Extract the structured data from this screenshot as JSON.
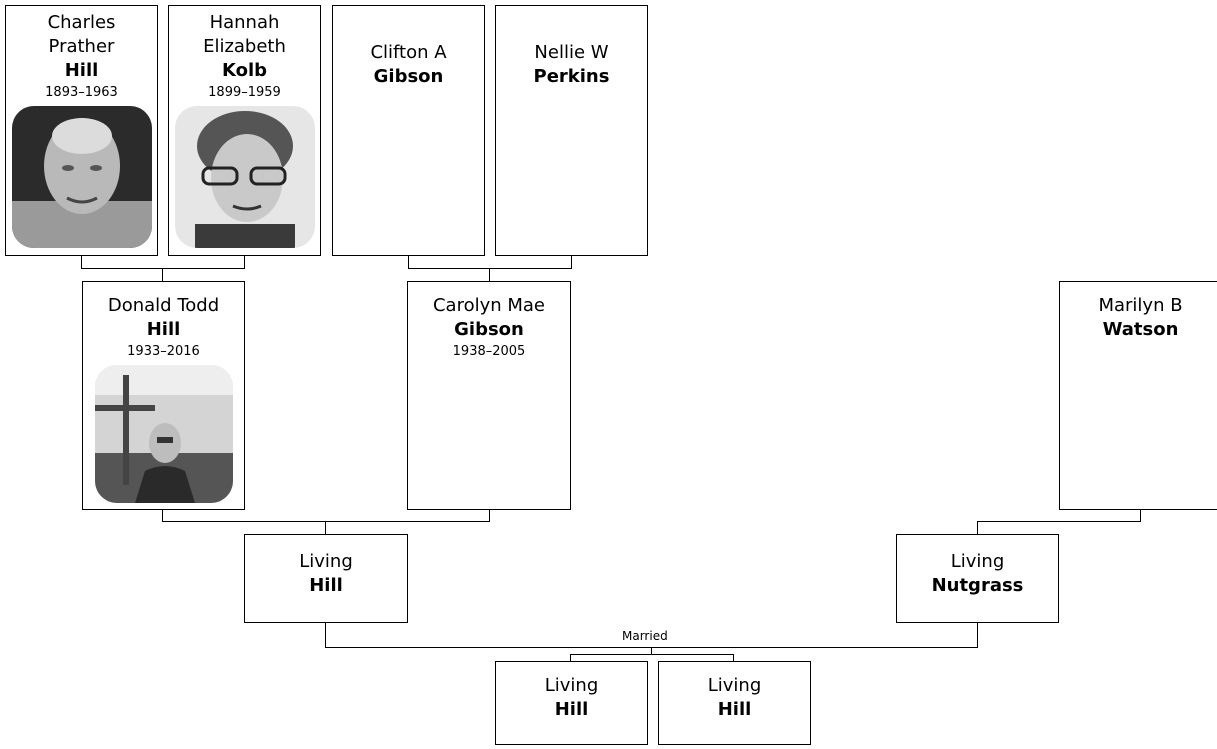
{
  "people": {
    "charles": {
      "given": "Charles Prather",
      "surname": "Hill",
      "years": "1893–1963",
      "photo_icon": "portrait-photo-man"
    },
    "hannah": {
      "given": "Hannah Elizabeth",
      "surname": "Kolb",
      "years": "1899–1959",
      "photo_icon": "portrait-photo-woman"
    },
    "clifton": {
      "given": "Clifton A",
      "surname": "Gibson"
    },
    "nellie": {
      "given": "Nellie W",
      "surname": "Perkins"
    },
    "donald": {
      "given": "Donald Todd",
      "surname": "Hill",
      "years": "1933–2016",
      "photo_icon": "portrait-photo-man"
    },
    "carolyn": {
      "given": "Carolyn Mae",
      "surname": "Gibson",
      "years": "1938–2005"
    },
    "marilyn": {
      "given": "Marilyn B",
      "surname": "Watson"
    },
    "living_hill_parent": {
      "given": "Living",
      "surname": "Hill"
    },
    "living_nutgrass": {
      "given": "Living",
      "surname": "Nutgrass"
    },
    "child1": {
      "given": "Living",
      "surname": "Hill"
    },
    "child2": {
      "given": "Living",
      "surname": "Hill"
    }
  },
  "married_label": "Married"
}
